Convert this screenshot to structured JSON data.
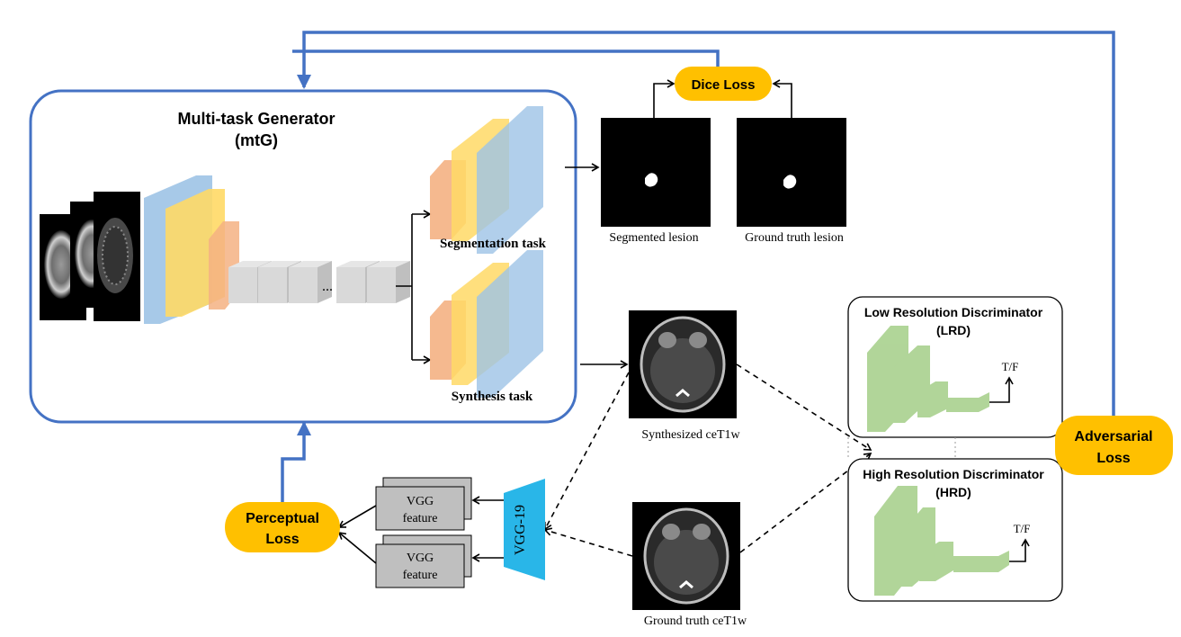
{
  "generator": {
    "title_line1": "Multi-task Generator",
    "title_line2": "(mtG)",
    "segmentation_label": "Segmentation task",
    "synthesis_label": "Synthesis task",
    "ellipsis": "..."
  },
  "losses": {
    "dice": "Dice Loss",
    "perceptual_line1": "Perceptual",
    "perceptual_line2": "Loss",
    "adversarial_line1": "Adversarial",
    "adversarial_line2": "Loss"
  },
  "images": {
    "segmented_lesion": "Segmented  lesion",
    "ground_truth_lesion": "Ground truth lesion",
    "synthesized": "Synthesized ceT1w",
    "ground_truth_ce": "Ground truth ceT1w"
  },
  "vgg": {
    "network": "VGG-19",
    "feature_line1": "VGG",
    "feature_line2": "feature"
  },
  "discriminators": {
    "lrd_line1": "Low Resolution Discriminator",
    "lrd_line2": "(LRD)",
    "hrd_line1": "High Resolution Discriminator",
    "hrd_line2": "(HRD)",
    "output": "T/F"
  },
  "colors": {
    "generator_border": "#4472c4",
    "loss_fill": "#ffc000",
    "vgg_fill": "#29b6e8",
    "disc_fill": "#a9d18e",
    "layer_blue": "#9dc3e6",
    "layer_yellow": "#ffd966",
    "layer_orange": "#f4b183",
    "layer_gray": "#d9d9d9"
  }
}
